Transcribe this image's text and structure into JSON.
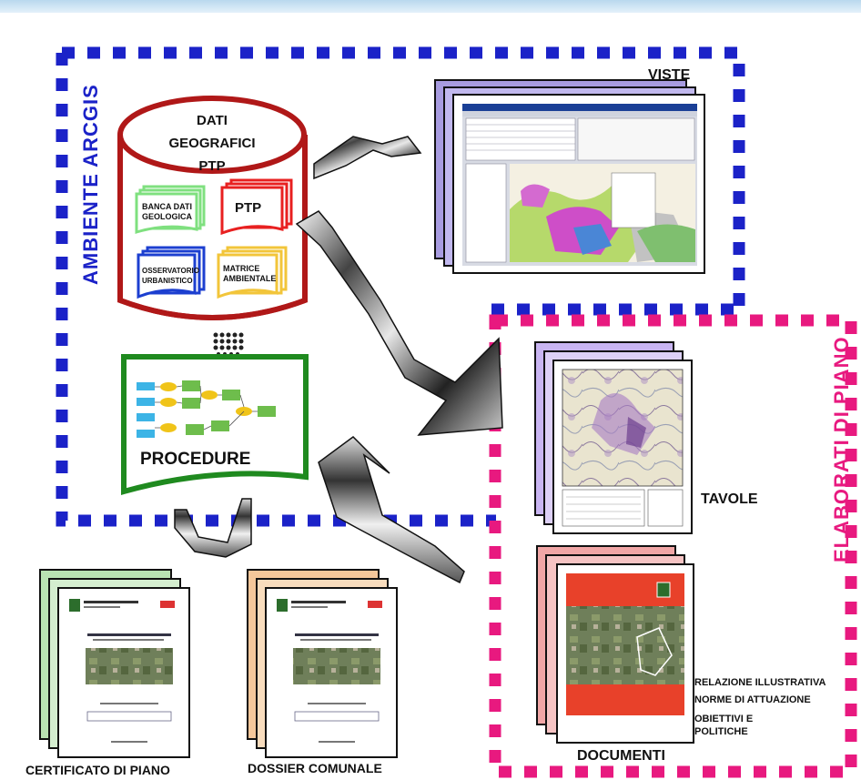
{
  "colors": {
    "arcgis_border": "#1b22c8",
    "elaborati_border": "#e8197f",
    "cylinder": "#b01818",
    "procedure_frame": "#1f8a1f",
    "viste_pages": "#a89ce0",
    "tavole_pages": "#c9b5f2",
    "documenti_pages": "#f1a6a6",
    "certificato_pages": "#b9e2b2",
    "dossier_pages": "#f5c79a",
    "banca_dati": "#7fe07f",
    "ptp_box": "#e82020",
    "osservatorio": "#1c3fd0",
    "matrice": "#f2c53a"
  },
  "ambiente": {
    "label": "AMBIENTE ARCGIS"
  },
  "elaborati": {
    "label": "ELABORATI DI PIANO"
  },
  "database": {
    "line1": "DATI",
    "line2": "GEOGRAFICI",
    "line3": "PTP",
    "boxes": {
      "banca_dati": "BANCA DATI GEOLOGICA",
      "ptp": "PTP",
      "osservatorio": "OSSERVATORIO URBANISTICO",
      "matrice": "MATRICE AMBIENTALE"
    }
  },
  "procedure": {
    "label": "PROCEDURE"
  },
  "outputs": {
    "viste": "VISTE",
    "tavole": "TAVOLE",
    "documenti": "DOCUMENTI",
    "certificato": "CERTIFICATO DI PIANO",
    "dossier": "DOSSIER COMUNALE",
    "relazione": "RELAZIONE ILLUSTRATIVA",
    "norme": "NORME DI ATTUAZIONE",
    "obiettivi_1": "OBIETTIVI E",
    "obiettivi_2": "POLITICHE"
  },
  "icons": [
    "viste-screenshot-icon",
    "tavole-map-icon",
    "documenti-cover-icon",
    "certificato-cover-icon",
    "dossier-cover-icon",
    "procedure-flowchart-icon"
  ]
}
